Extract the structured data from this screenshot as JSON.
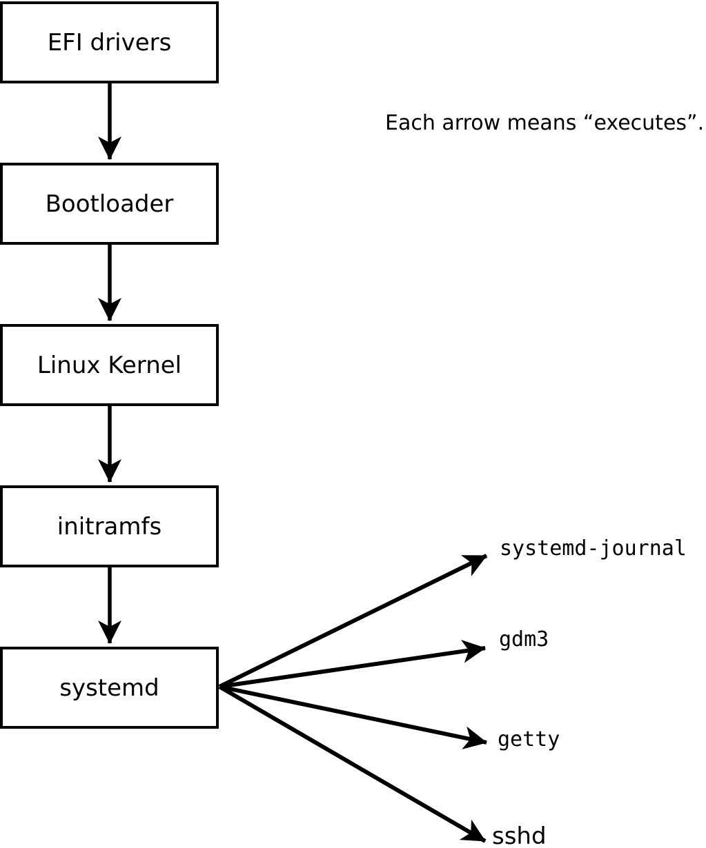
{
  "diagram": {
    "annotation": "Each arrow means “executes”.",
    "arrow_meaning": "executes",
    "chain": [
      {
        "id": "efi-drivers",
        "label": "EFI drivers"
      },
      {
        "id": "bootloader",
        "label": "Bootloader"
      },
      {
        "id": "linux-kernel",
        "label": "Linux Kernel"
      },
      {
        "id": "initramfs",
        "label": "initramfs"
      },
      {
        "id": "systemd",
        "label": "systemd"
      }
    ],
    "targets": [
      {
        "id": "systemd-journal",
        "label": "systemd-journal"
      },
      {
        "id": "gdm3",
        "label": "gdm3"
      },
      {
        "id": "getty",
        "label": "getty"
      },
      {
        "id": "sshd",
        "label": "sshd"
      }
    ],
    "colors": {
      "stroke": "#000000",
      "background": "#ffffff",
      "box_fill": "#ffffff"
    }
  }
}
